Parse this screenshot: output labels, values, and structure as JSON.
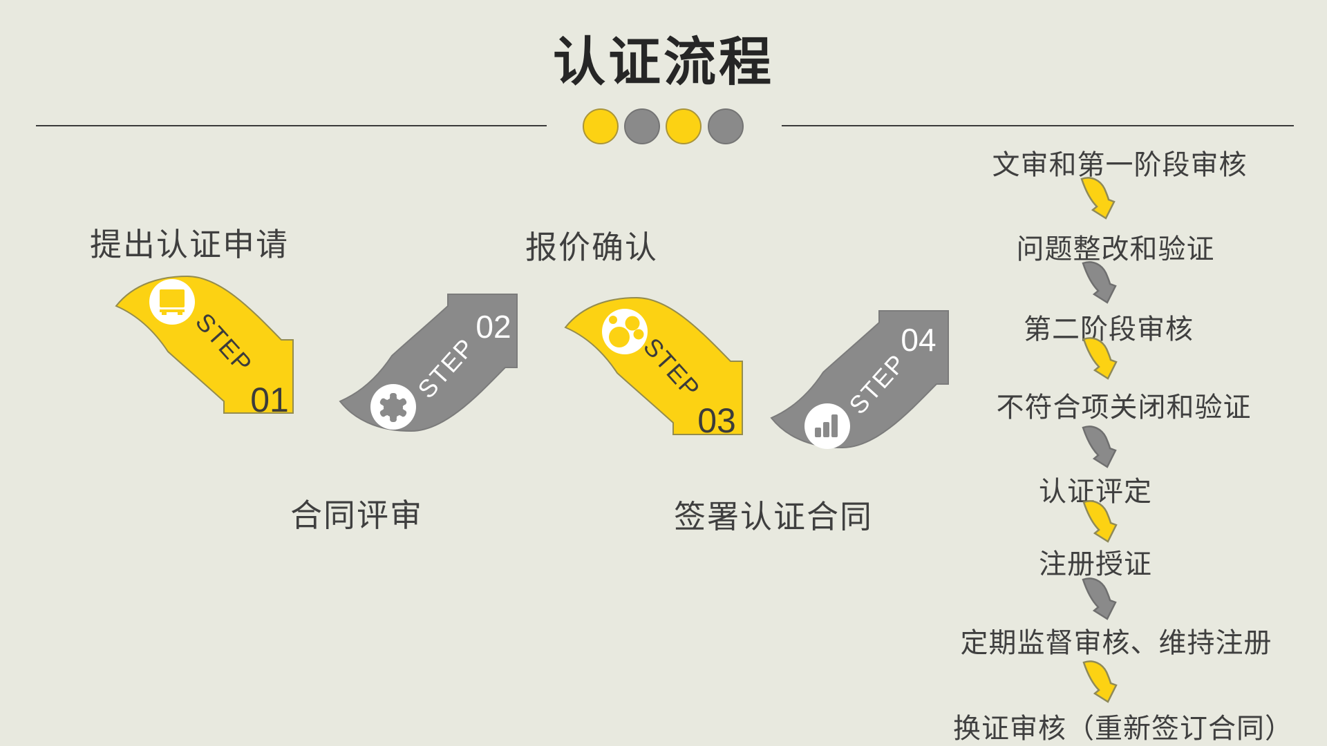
{
  "title": "认证流程",
  "divider": {
    "dot_colors": [
      "#fcd213",
      "#8a8a8a",
      "#fcd213",
      "#8a8a8a"
    ],
    "line_color": "#3a3a3a"
  },
  "steps": [
    {
      "step_word": "STEP",
      "number": "01",
      "label": "提出认证申请",
      "icon": "monitor-icon",
      "color": "#fcd213"
    },
    {
      "step_word": "STEP",
      "number": "02",
      "label": "合同评审",
      "icon": "gear-icon",
      "color": "#8a8a8a"
    },
    {
      "step_word": "STEP",
      "number": "03",
      "label": "报价确认",
      "icon": "paw-icon",
      "color": "#fcd213"
    },
    {
      "step_word": "STEP",
      "number": "04",
      "label": "签署认证合同",
      "icon": "bar-chart-icon",
      "color": "#8a8a8a"
    }
  ],
  "flow": {
    "items": [
      {
        "label": "文审和第一阶段审核"
      },
      {
        "label": "问题整改和验证"
      },
      {
        "label": "第二阶段审核"
      },
      {
        "label": "不符合项关闭和验证"
      },
      {
        "label": "认证评定"
      },
      {
        "label": "注册授证"
      },
      {
        "label": "定期监督审核、维持注册"
      },
      {
        "label": "换证审核（重新签订合同）"
      }
    ],
    "arrow_colors": [
      "#fcd213",
      "#8a8a8a",
      "#fcd213",
      "#8a8a8a",
      "#fcd213",
      "#8a8a8a",
      "#fcd213"
    ]
  },
  "colors": {
    "background": "#e8e9df",
    "yellow": "#fcd213",
    "gray": "#8a8a8a",
    "title_text": "#262626",
    "body_text": "#3f3f3f"
  }
}
